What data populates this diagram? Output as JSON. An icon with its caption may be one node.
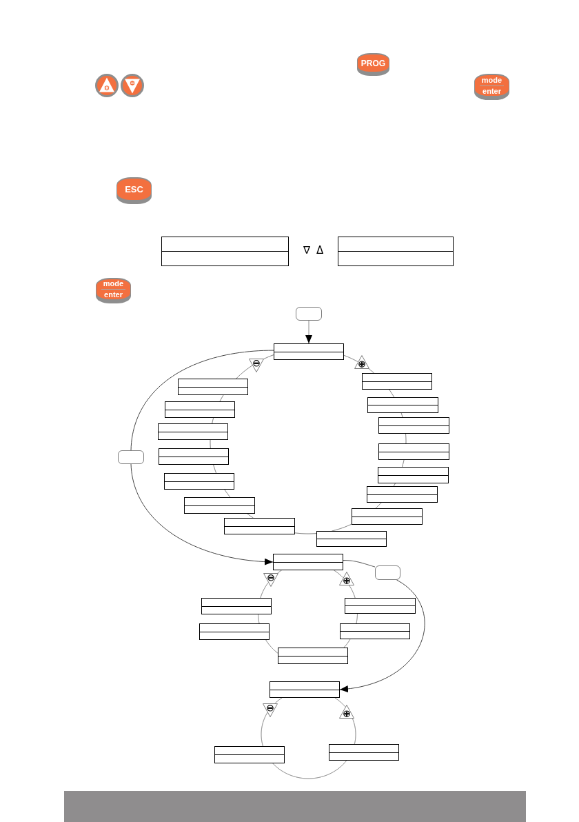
{
  "diagram": {
    "nodes": [
      {
        "text": [],
        "shape": "box"
      },
      {
        "text": [],
        "shape": "box"
      },
      {
        "text": [],
        "shape": "pill"
      },
      {
        "text": [],
        "shape": "box"
      },
      {
        "text": [],
        "shape": "triangle"
      },
      {
        "text": [],
        "shape": "triangle"
      },
      {
        "text": [],
        "shape": "box"
      },
      {
        "text": [],
        "shape": "box"
      },
      {
        "text": [],
        "shape": "box"
      },
      {
        "text": [],
        "shape": "box"
      },
      {
        "text": [],
        "shape": "box"
      },
      {
        "text": [],
        "shape": "box"
      },
      {
        "text": [],
        "shape": "box"
      },
      {
        "text": [],
        "shape": "pill"
      },
      {
        "text": [],
        "shape": "box"
      },
      {
        "text": [],
        "shape": "box"
      },
      {
        "text": [],
        "shape": "box"
      },
      {
        "text": [],
        "shape": "box"
      },
      {
        "text": [],
        "shape": "box"
      },
      {
        "text": [],
        "shape": "box"
      },
      {
        "text": [],
        "shape": "box"
      },
      {
        "text": [],
        "shape": "box"
      },
      {
        "text": [],
        "shape": "box"
      },
      {
        "text": [],
        "shape": "pill"
      },
      {
        "text": [],
        "shape": "triangle"
      },
      {
        "text": [],
        "shape": "triangle"
      },
      {
        "text": [],
        "shape": "box"
      },
      {
        "text": [],
        "shape": "box"
      },
      {
        "text": [],
        "shape": "box"
      },
      {
        "text": [],
        "shape": "box"
      },
      {
        "text": [],
        "shape": "box"
      },
      {
        "text": [],
        "shape": "box"
      },
      {
        "text": [],
        "shape": "triangle"
      },
      {
        "text": [],
        "shape": "triangle"
      },
      {
        "text": [],
        "shape": "box"
      },
      {
        "text": [],
        "shape": "box"
      }
    ],
    "edges": [
      {
        "from": 2,
        "to": 3,
        "arrow": "to"
      },
      {
        "from": 3,
        "to": 5,
        "arrow": "none"
      },
      {
        "from": 5,
        "to": 6,
        "arrow": "none"
      },
      {
        "from": 6,
        "to": 8,
        "arrow": "none"
      },
      {
        "from": 8,
        "to": 10,
        "arrow": "none"
      },
      {
        "from": 10,
        "to": 12,
        "arrow": "none"
      },
      {
        "from": 12,
        "to": 15,
        "arrow": "none"
      },
      {
        "from": 15,
        "to": 17,
        "arrow": "none"
      },
      {
        "from": 17,
        "to": 19,
        "arrow": "none"
      },
      {
        "from": 19,
        "to": 21,
        "arrow": "none"
      },
      {
        "from": 21,
        "to": 20,
        "arrow": "none"
      },
      {
        "from": 20,
        "to": 18,
        "arrow": "none"
      },
      {
        "from": 18,
        "to": 16,
        "arrow": "none"
      },
      {
        "from": 16,
        "to": 14,
        "arrow": "none"
      },
      {
        "from": 14,
        "to": 11,
        "arrow": "none"
      },
      {
        "from": 11,
        "to": 9,
        "arrow": "none"
      },
      {
        "from": 9,
        "to": 7,
        "arrow": "none"
      },
      {
        "from": 7,
        "to": 4,
        "arrow": "none"
      },
      {
        "from": 4,
        "to": 3,
        "arrow": "none"
      },
      {
        "from": 3,
        "to": 13,
        "arrow": "none"
      },
      {
        "from": 13,
        "to": 22,
        "arrow": "to"
      },
      {
        "from": 22,
        "to": 25,
        "arrow": "none"
      },
      {
        "from": 25,
        "to": 27,
        "arrow": "none"
      },
      {
        "from": 27,
        "to": 29,
        "arrow": "none"
      },
      {
        "from": 29,
        "to": 30,
        "arrow": "none"
      },
      {
        "from": 30,
        "to": 28,
        "arrow": "none"
      },
      {
        "from": 28,
        "to": 26,
        "arrow": "none"
      },
      {
        "from": 26,
        "to": 24,
        "arrow": "none"
      },
      {
        "from": 24,
        "to": 22,
        "arrow": "none"
      },
      {
        "from": 22,
        "to": 23,
        "arrow": "none"
      },
      {
        "from": 23,
        "to": 31,
        "arrow": "to"
      },
      {
        "from": 31,
        "to": 33,
        "arrow": "none"
      },
      {
        "from": 33,
        "to": 34,
        "arrow": "none"
      },
      {
        "from": 34,
        "to": 35,
        "arrow": "none"
      },
      {
        "from": 35,
        "to": 32,
        "arrow": "none"
      },
      {
        "from": 32,
        "to": 31,
        "arrow": "none"
      }
    ],
    "labels": [
      "PROG",
      "mode",
      "enter",
      "ESC",
      "∇",
      "Δ",
      "mode",
      "enter"
    ]
  }
}
